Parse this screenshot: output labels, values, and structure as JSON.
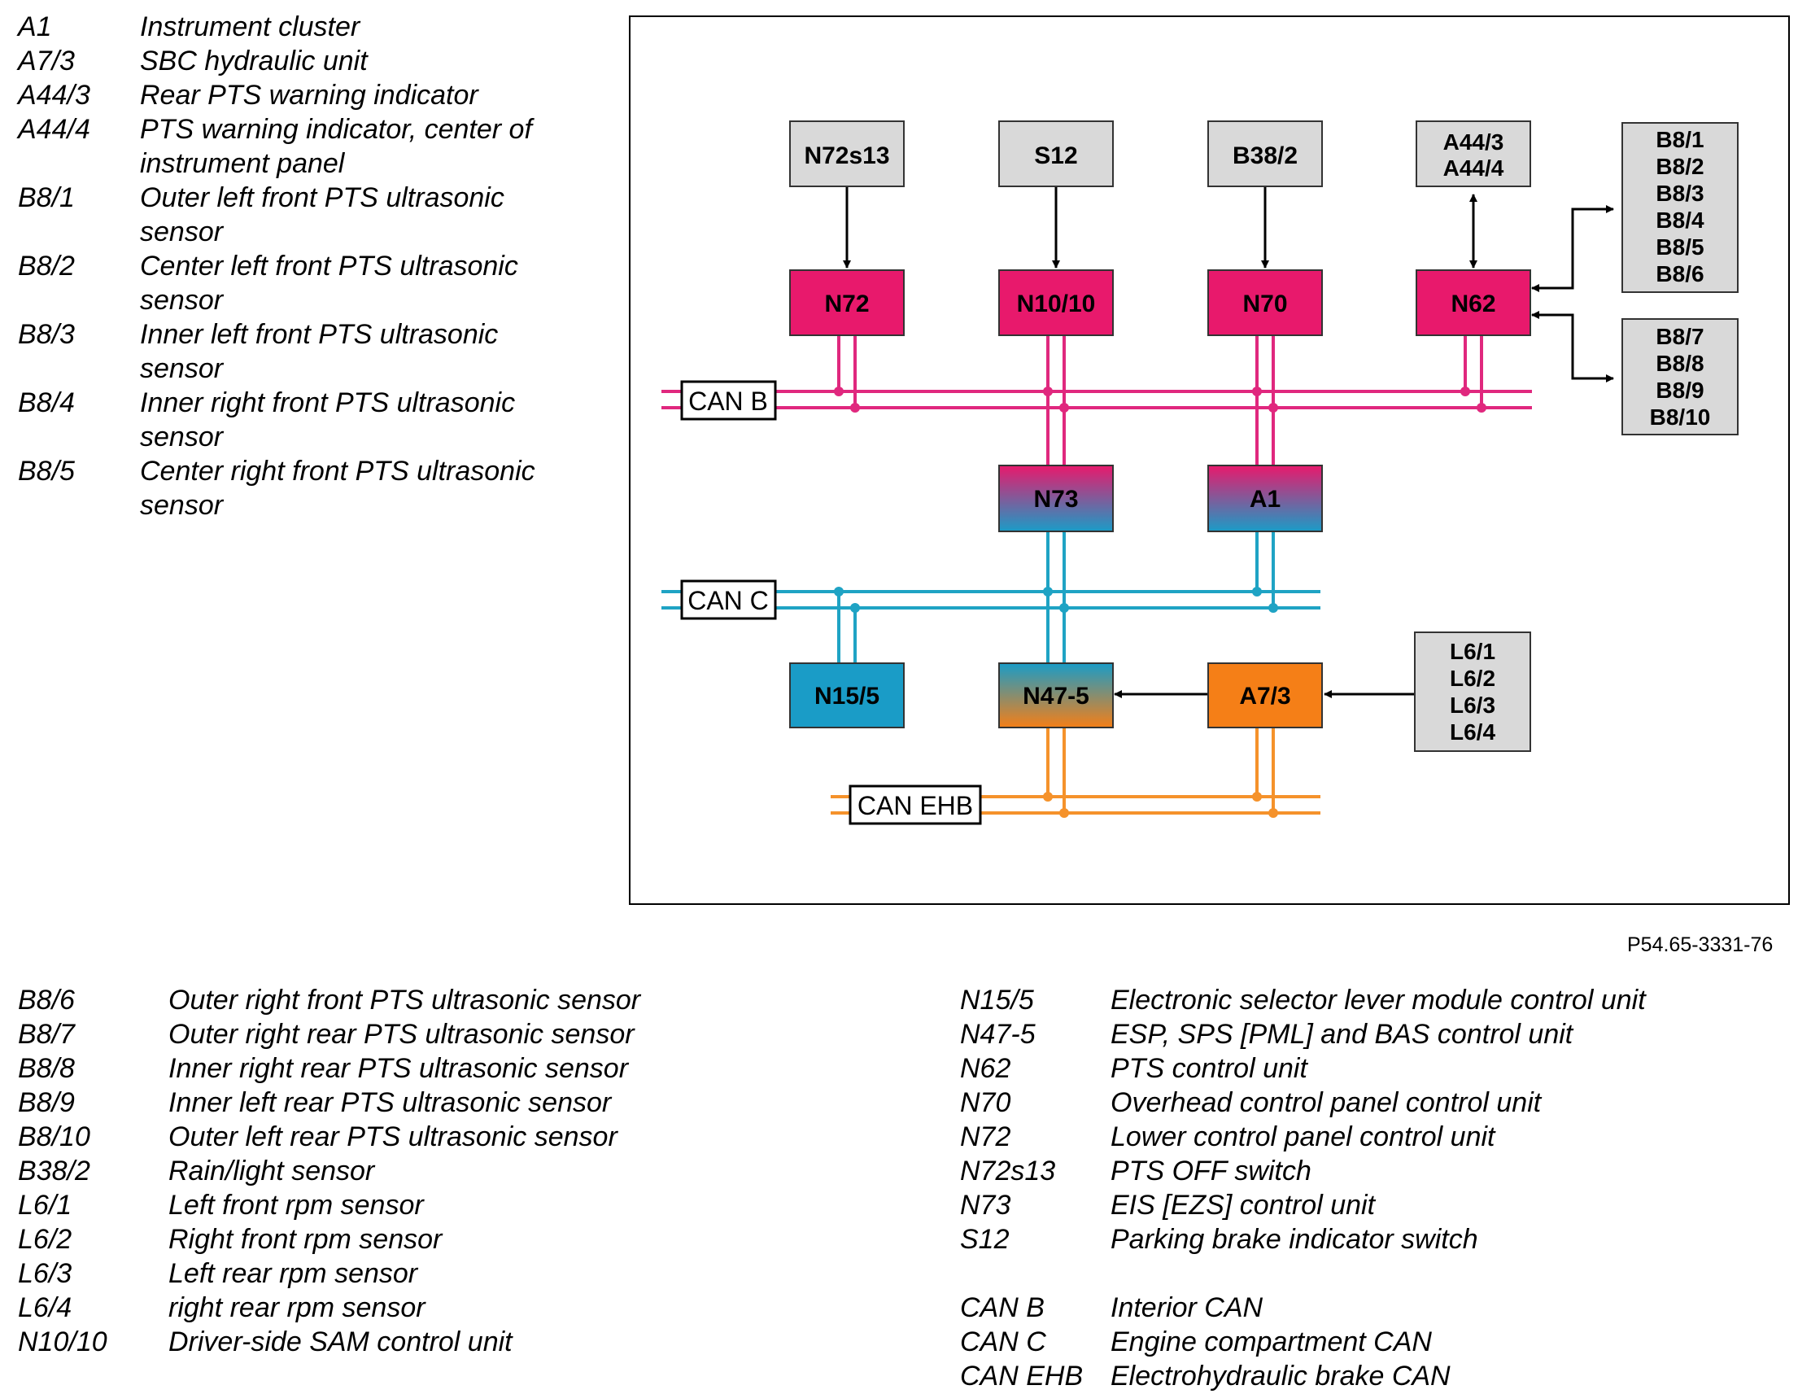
{
  "legend_top": [
    {
      "code": "A1",
      "desc": "Instrument cluster"
    },
    {
      "code": "A7/3",
      "desc": "SBC hydraulic unit"
    },
    {
      "code": "A44/3",
      "desc": "Rear PTS warning indicator"
    },
    {
      "code": "A44/4",
      "desc": "PTS warning indicator, center of instrument panel"
    },
    {
      "code": "B8/1",
      "desc": "Outer left front PTS ultrasonic sensor"
    },
    {
      "code": "B8/2",
      "desc": "Center left front PTS ultrasonic sensor"
    },
    {
      "code": "B8/3",
      "desc": "Inner left front PTS ultrasonic sensor"
    },
    {
      "code": "B8/4",
      "desc": "Inner right front PTS ultrasonic sensor"
    },
    {
      "code": "B8/5",
      "desc": "Center right front PTS ultrasonic sensor"
    }
  ],
  "legend_bottom_left": [
    {
      "code": "B8/6",
      "desc": "Outer right front PTS ultrasonic sensor"
    },
    {
      "code": "B8/7",
      "desc": "Outer right rear PTS ultrasonic sensor"
    },
    {
      "code": "B8/8",
      "desc": "Inner right rear PTS ultrasonic sensor"
    },
    {
      "code": "B8/9",
      "desc": "Inner left rear PTS ultrasonic sensor"
    },
    {
      "code": "B8/10",
      "desc": "Outer left rear PTS ultrasonic sensor"
    },
    {
      "code": "B38/2",
      "desc": "Rain/light sensor"
    },
    {
      "code": "L6/1",
      "desc": "Left front rpm sensor"
    },
    {
      "code": "L6/2",
      "desc": "Right front rpm sensor"
    },
    {
      "code": "L6/3",
      "desc": "Left rear rpm sensor"
    },
    {
      "code": "L6/4",
      "desc": "right rear rpm sensor"
    },
    {
      "code": "N10/10",
      "desc": "Driver-side SAM control unit"
    }
  ],
  "legend_bottom_right": [
    {
      "code": "N15/5",
      "desc": "Electronic selector lever module control unit"
    },
    {
      "code": "N47-5",
      "desc": "ESP, SPS [PML] and BAS control unit"
    },
    {
      "code": "N62",
      "desc": "PTS control unit"
    },
    {
      "code": "N70",
      "desc": "Overhead control panel control unit"
    },
    {
      "code": "N72",
      "desc": "Lower control panel control unit"
    },
    {
      "code": "N72s13",
      "desc": "PTS OFF switch"
    },
    {
      "code": "N73",
      "desc": "EIS [EZS] control unit"
    },
    {
      "code": "S12",
      "desc": "Parking brake indicator switch"
    }
  ],
  "legend_can": [
    {
      "code": "CAN B",
      "desc": "Interior CAN"
    },
    {
      "code": "CAN C",
      "desc": "Engine compartment CAN"
    },
    {
      "code": "CAN EHB",
      "desc": "Electrohydraulic brake CAN"
    }
  ],
  "diagram": {
    "inputs": {
      "n72s13": "N72s13",
      "s12": "S12",
      "b38_2": "B38/2",
      "a44": [
        "A44/3",
        "A44/4"
      ],
      "b8_front": [
        "B8/1",
        "B8/2",
        "B8/3",
        "B8/4",
        "B8/5",
        "B8/6"
      ],
      "b8_rear": [
        "B8/7",
        "B8/8",
        "B8/9",
        "B8/10"
      ],
      "l6": [
        "L6/1",
        "L6/2",
        "L6/3",
        "L6/4"
      ]
    },
    "units": {
      "n72": "N72",
      "n10_10": "N10/10",
      "n70": "N70",
      "n62": "N62",
      "n73": "N73",
      "a1": "A1",
      "n15_5": "N15/5",
      "n47_5": "N47-5",
      "a7_3": "A7/3"
    },
    "buses": {
      "can_b": "CAN B",
      "can_c": "CAN C",
      "can_ehb": "CAN EHB"
    },
    "colors": {
      "can_b": "#e0287e",
      "can_c": "#1fa3c4",
      "can_ehb": "#f5922b",
      "unit_b": "#e8196c",
      "unit_c": "#1a9cc7",
      "unit_ehb": "#f57f17",
      "input_box": "#d9d9d9"
    }
  },
  "figure_id": "P54.65-3331-76"
}
